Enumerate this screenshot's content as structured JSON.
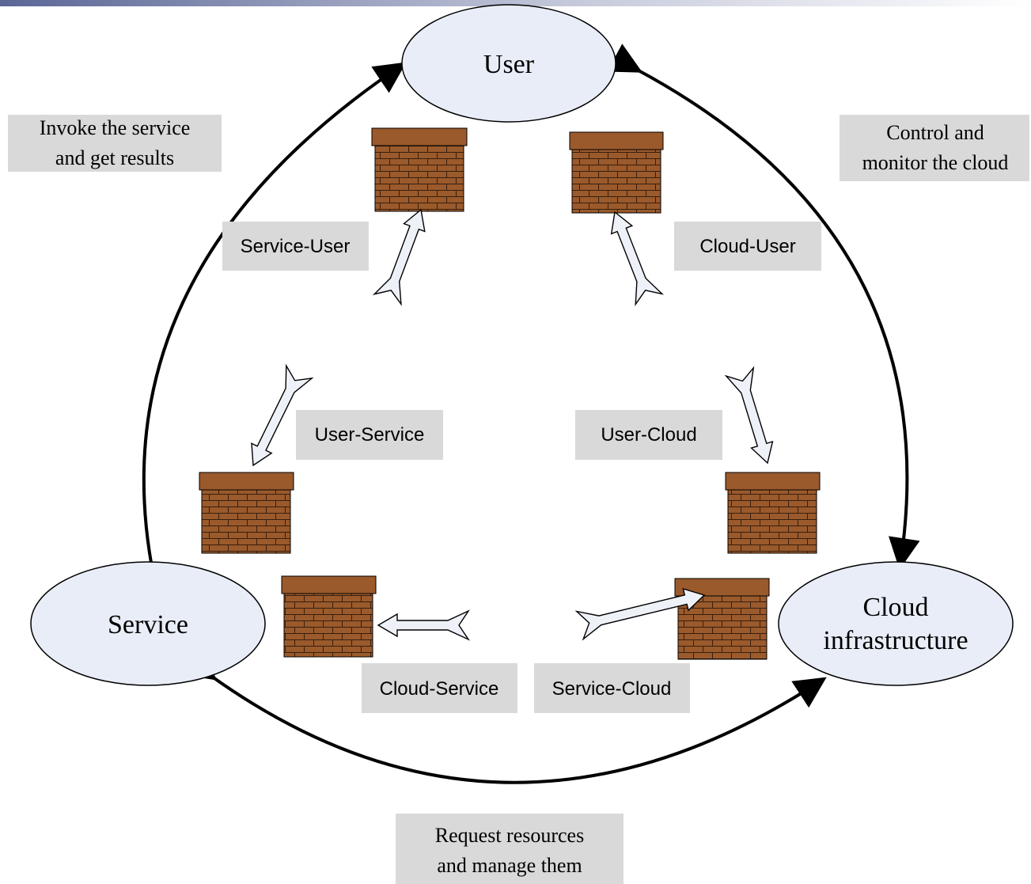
{
  "nodes": {
    "user": "User",
    "service": "Service",
    "cloud_line1": "Cloud",
    "cloud_line2": "infrastructure"
  },
  "edge_captions": {
    "service_user": [
      "Invoke the service",
      "and get results"
    ],
    "cloud_user": [
      "Control and",
      "monitor the cloud"
    ],
    "service_cloud": [
      "Request resources",
      "and manage them"
    ]
  },
  "interfaces": {
    "service_user": "Service-User",
    "cloud_user": "Cloud-User",
    "user_service": "User-Service",
    "user_cloud": "User-Cloud",
    "cloud_service": "Cloud-Service",
    "service_cloud": "Service-Cloud"
  },
  "colors": {
    "node_fill": "#e8edf7",
    "brick": "#9a5a2c",
    "mortar": "#3a1e0c",
    "label_box": "#d9d9d9",
    "arrow_fill": "#eef1f8"
  }
}
